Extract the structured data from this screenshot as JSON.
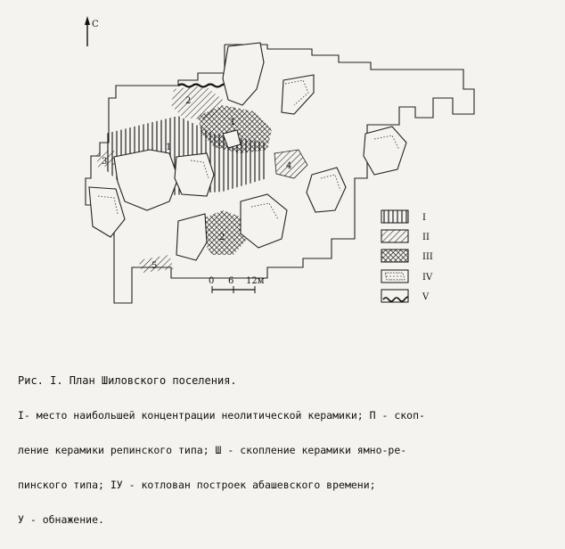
{
  "plan": {
    "north_label": "С",
    "zones": [
      {
        "id": "zone-1-upper",
        "label": "1"
      },
      {
        "id": "zone-1-lower",
        "label": "1"
      },
      {
        "id": "zone-2-upper",
        "label": "2"
      },
      {
        "id": "zone-2-lower",
        "label": "2"
      },
      {
        "id": "zone-3",
        "label": "3"
      },
      {
        "id": "zone-4",
        "label": "4"
      },
      {
        "id": "zone-5",
        "label": "5"
      }
    ],
    "scale": {
      "ticks": [
        "0",
        "6",
        "12м"
      ]
    }
  },
  "legend": [
    {
      "symbol": "vertical-hatch",
      "label": "I"
    },
    {
      "symbol": "diagonal-hatch",
      "label": "II"
    },
    {
      "symbol": "cross-hatch",
      "label": "III"
    },
    {
      "symbol": "dotted-outline",
      "label": "IV"
    },
    {
      "symbol": "wavy-line",
      "label": "V"
    }
  ],
  "caption": {
    "title": "Рис. I. План Шиловского поселения.",
    "lines": [
      "I- место наибольшей концентрации неолитической керамики; П - скоп-",
      "ление керамики репинского типа; Ш - скопление керамики ямно-ре-",
      "пинского типа; IУ - котлован построек абашевского времени;",
      "У - обнажение."
    ]
  }
}
